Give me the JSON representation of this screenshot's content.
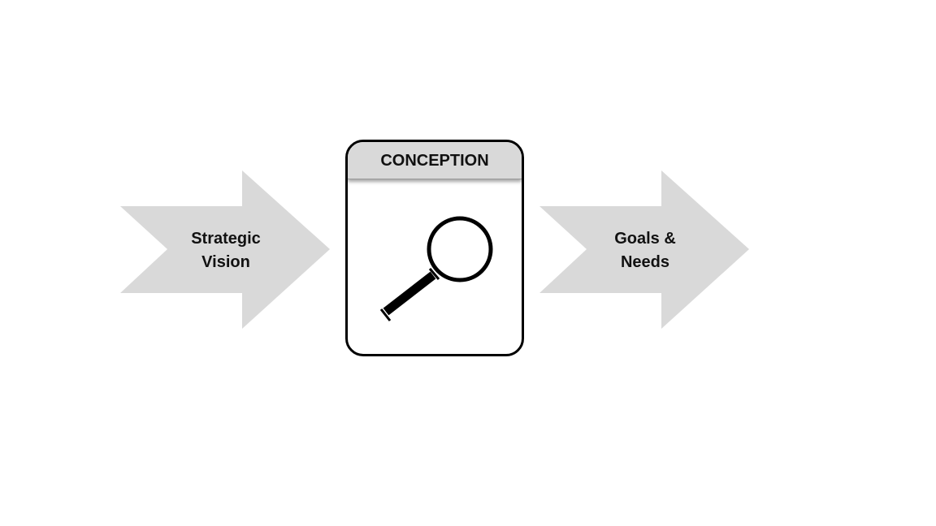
{
  "diagram": {
    "left_arrow": {
      "line1": "Strategic",
      "line2": "Vision",
      "color": "#d9d9d9"
    },
    "card": {
      "title": "CONCEPTION",
      "icon": "magnifying-glass-icon",
      "header_color": "#d9d9d9",
      "border_color": "#000000"
    },
    "right_arrow": {
      "line1": "Goals &",
      "line2": "Needs",
      "color": "#d9d9d9"
    }
  }
}
